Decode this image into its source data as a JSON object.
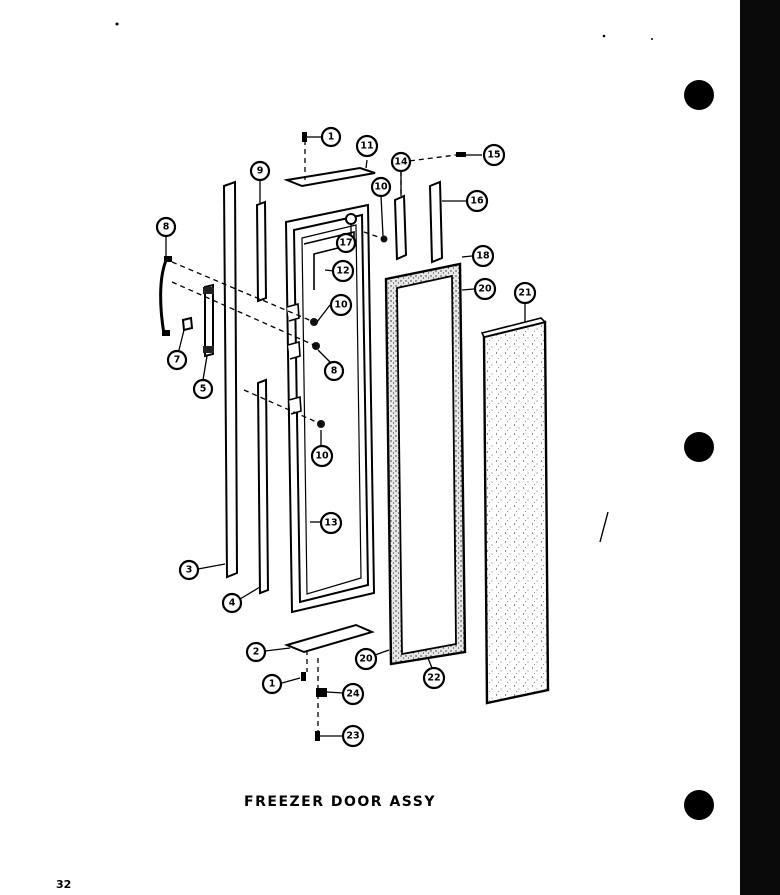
{
  "caption": "FREEZER DOOR ASSY",
  "page_number": "32",
  "callouts": {
    "c1a": "1",
    "c11": "11",
    "c15": "15",
    "c14": "14",
    "c9": "9",
    "c10a": "10",
    "c16": "16",
    "c17": "17",
    "c8a": "8",
    "c12": "12",
    "c18": "18",
    "c20a": "20",
    "c21": "21",
    "c10b": "10",
    "c7": "7",
    "c8b": "8",
    "c5": "5",
    "c10c": "10",
    "c13": "13",
    "c3": "3",
    "c4": "4",
    "c2": "2",
    "c20b": "20",
    "c22": "22",
    "c1b": "1",
    "c24": "24",
    "c23": "23"
  }
}
